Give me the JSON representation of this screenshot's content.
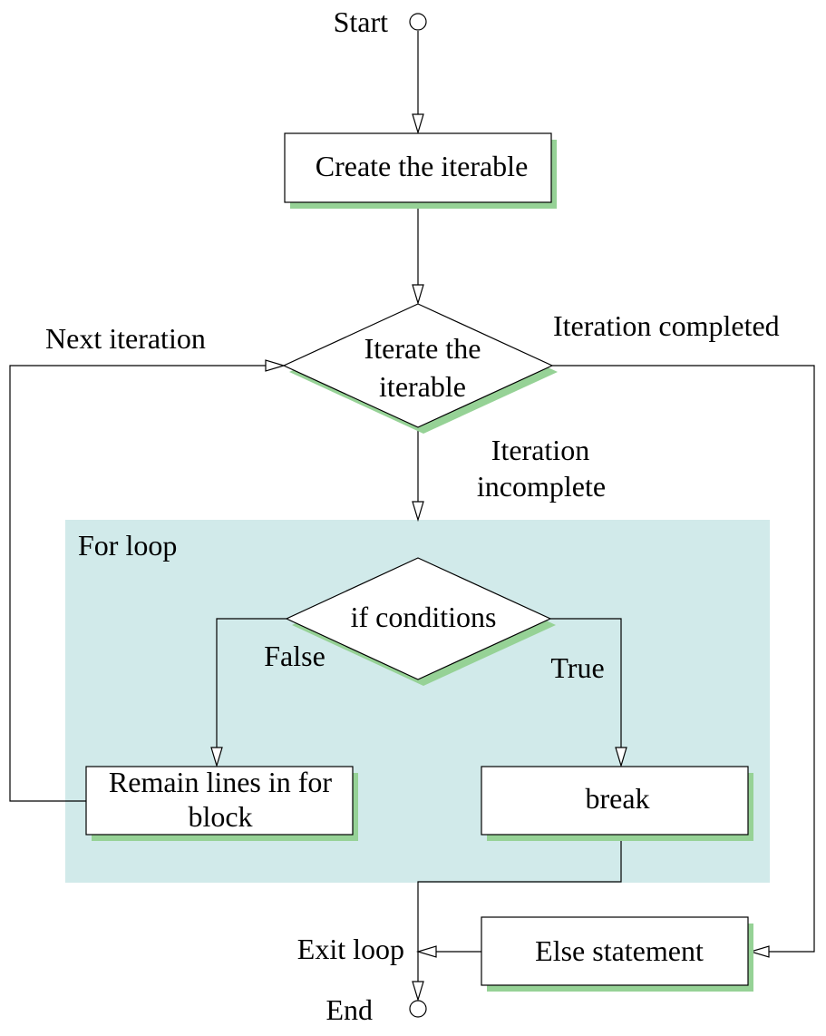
{
  "diagram": {
    "start_label": "Start",
    "end_label": "End",
    "create_iterable": "Create the iterable",
    "iterate_line1": "Iterate the",
    "iterate_line2": "iterable",
    "next_iteration": "Next iteration",
    "iteration_completed": "Iteration completed",
    "iteration_incomplete_line1": "Iteration",
    "iteration_incomplete_line2": "incomplete",
    "for_loop": "For loop",
    "if_conditions": "if conditions",
    "false_label": "False",
    "true_label": "True",
    "remain_line1": "Remain lines in for",
    "remain_line2": "block",
    "break_label": "break",
    "exit_loop": "Exit loop",
    "else_statement": "Else statement"
  },
  "colors": {
    "loop_background": "#d1eaea",
    "shadow": "#96d296",
    "stroke": "#000000"
  }
}
